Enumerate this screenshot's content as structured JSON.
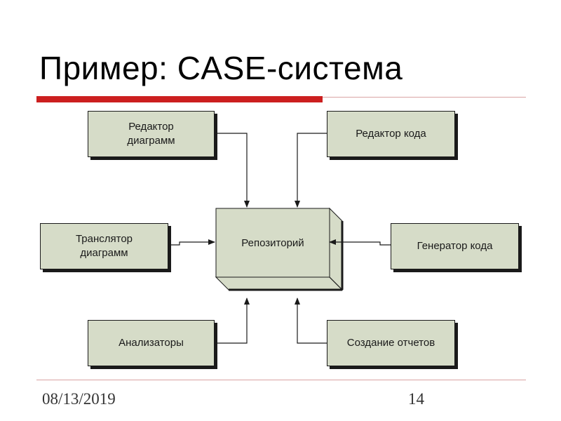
{
  "slide": {
    "title": "Пример: CASE-система",
    "footer_date": "08/13/2019",
    "page_number": "14"
  },
  "diagram": {
    "center": {
      "label": "Репозиторий"
    },
    "boxes": [
      {
        "id": "diagram-editor",
        "label": "Редактор\nдиаграмм"
      },
      {
        "id": "code-editor",
        "label": "Редактор кода"
      },
      {
        "id": "diagram-translator",
        "label": "Транслятор\nдиаграмм"
      },
      {
        "id": "code-generator",
        "label": "Генератор кода"
      },
      {
        "id": "analyzers",
        "label": "Анализаторы"
      },
      {
        "id": "report-builder",
        "label": "Создание отчетов"
      }
    ]
  },
  "colors": {
    "box_fill": "#d6dcc8",
    "accent_red": "#cc1f1f",
    "line": "#1a1a1a"
  }
}
